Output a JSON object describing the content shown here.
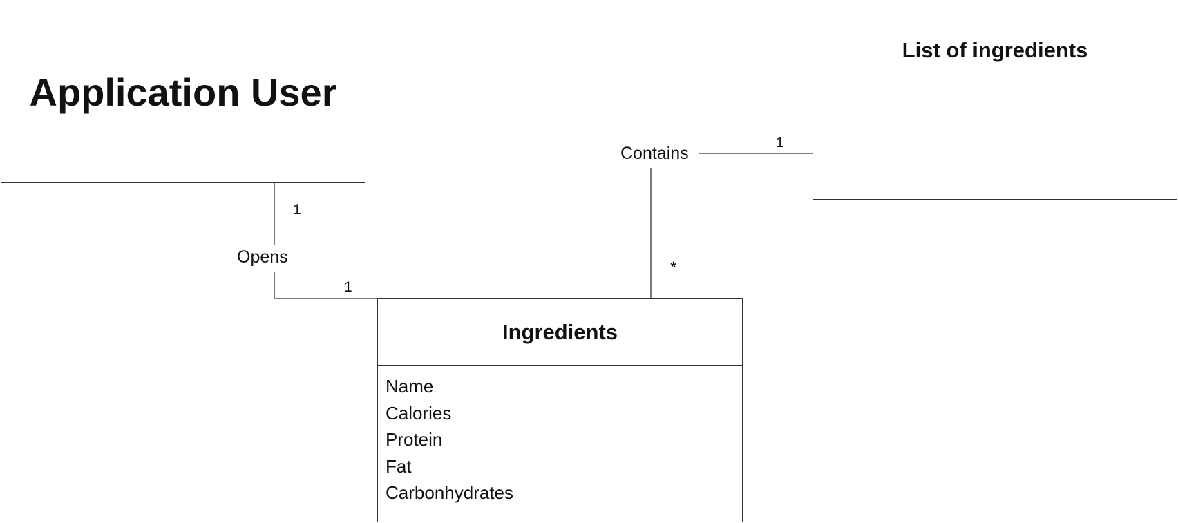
{
  "classes": {
    "app_user": {
      "title": "Application User"
    },
    "list_of_ingredients": {
      "title": "List of ingredients"
    },
    "ingredients": {
      "title": "Ingredients",
      "attributes": [
        "Name",
        "Calories",
        "Protein",
        "Fat",
        "Carbonhydrates"
      ]
    }
  },
  "associations": {
    "opens": {
      "label": "Opens",
      "mult_user": "1",
      "mult_ingredients": "1"
    },
    "contains": {
      "label": "Contains",
      "mult_list": "1",
      "mult_ingredients": "*"
    }
  }
}
